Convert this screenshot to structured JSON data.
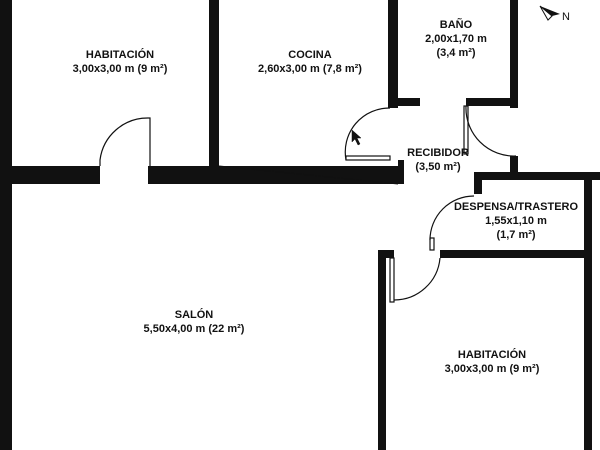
{
  "compass": {
    "north_label": "N",
    "icon": "compass-north-arrow-icon"
  },
  "rooms": {
    "habitacion_1": {
      "name": "HABITACIÓN",
      "dims": "3,00x3,00 m (9 m²)"
    },
    "cocina": {
      "name": "COCINA",
      "dims": "2,60x3,00 m (7,8 m²)"
    },
    "bano": {
      "name": "BAÑO",
      "dims": "2,00x1,70 m",
      "area": "(3,4 m²)"
    },
    "recibidor": {
      "name": "RECIBIDOR",
      "area": "(3,50 m²)"
    },
    "despensa": {
      "name": "DESPENSA/TRASTERO",
      "dims": "1,55x1,10 m",
      "area": "(1,7 m²)"
    },
    "salon": {
      "name": "SALÓN",
      "dims": "5,50x4,00 m (22 m²)"
    },
    "habitacion_2": {
      "name": "HABITACIÓN",
      "dims": "3,00x3,00 m (9 m²)"
    }
  },
  "colors": {
    "wall": "#111111",
    "background": "#ffffff"
  }
}
